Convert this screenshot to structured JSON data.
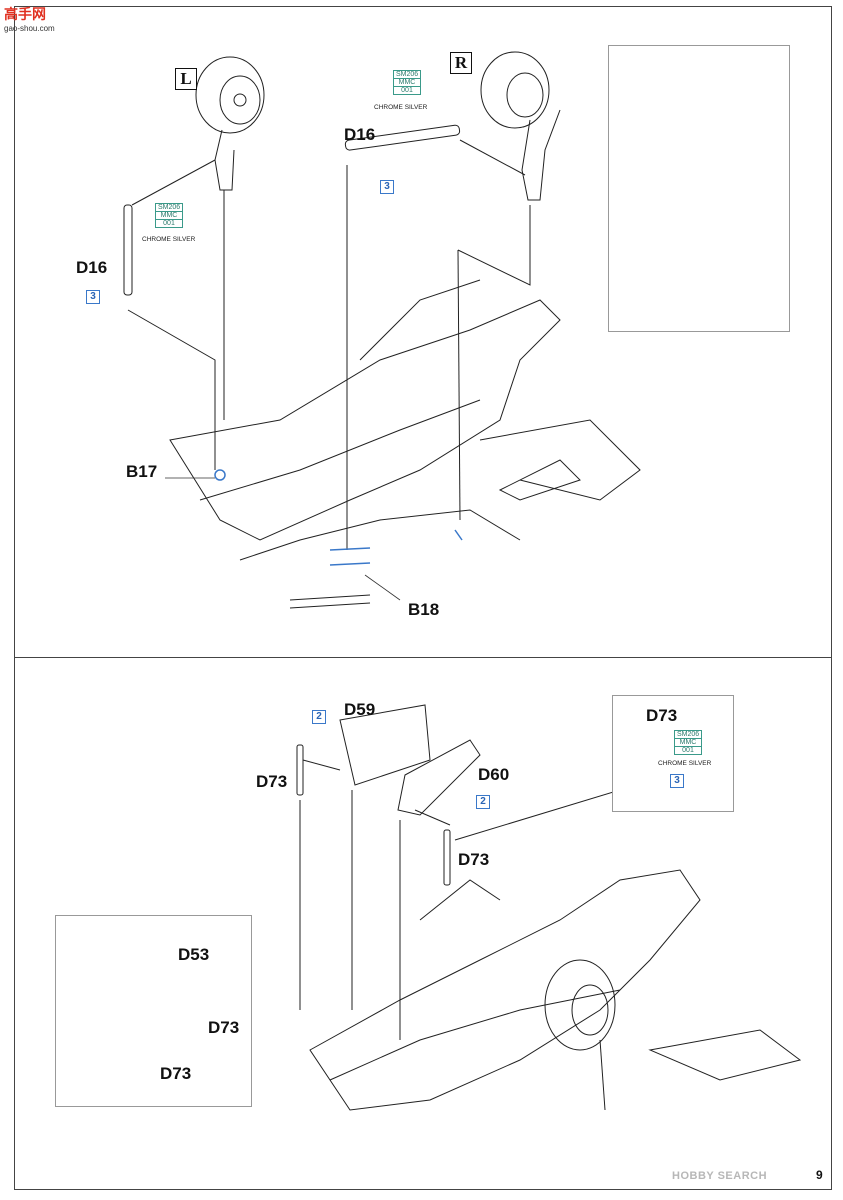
{
  "watermark_site": {
    "logo_text": "高手网",
    "url": "gao-shou.com"
  },
  "watermark_bottom": "HOBBY SEARCH",
  "page_number": "9",
  "side_labels": {
    "left": "L",
    "right": "R"
  },
  "paint": {
    "code": "SM206",
    "line2": "MMC",
    "line3": "001",
    "name": "CHROME SILVER"
  },
  "upper": {
    "parts": {
      "d16_left": "D16",
      "d16_right": "D16",
      "b17": "B17",
      "b18": "B18"
    },
    "steps": {
      "d16_left": "3",
      "d16_right": "3"
    }
  },
  "lower": {
    "parts": {
      "d59": "D59",
      "d60": "D60",
      "d73_a": "D73",
      "d73_b": "D73",
      "d73_inset": "D73",
      "d53": "D53",
      "d73_c": "D73",
      "d73_d": "D73"
    },
    "steps": {
      "d59": "2",
      "d60": "2",
      "d73_inset": "3"
    }
  }
}
